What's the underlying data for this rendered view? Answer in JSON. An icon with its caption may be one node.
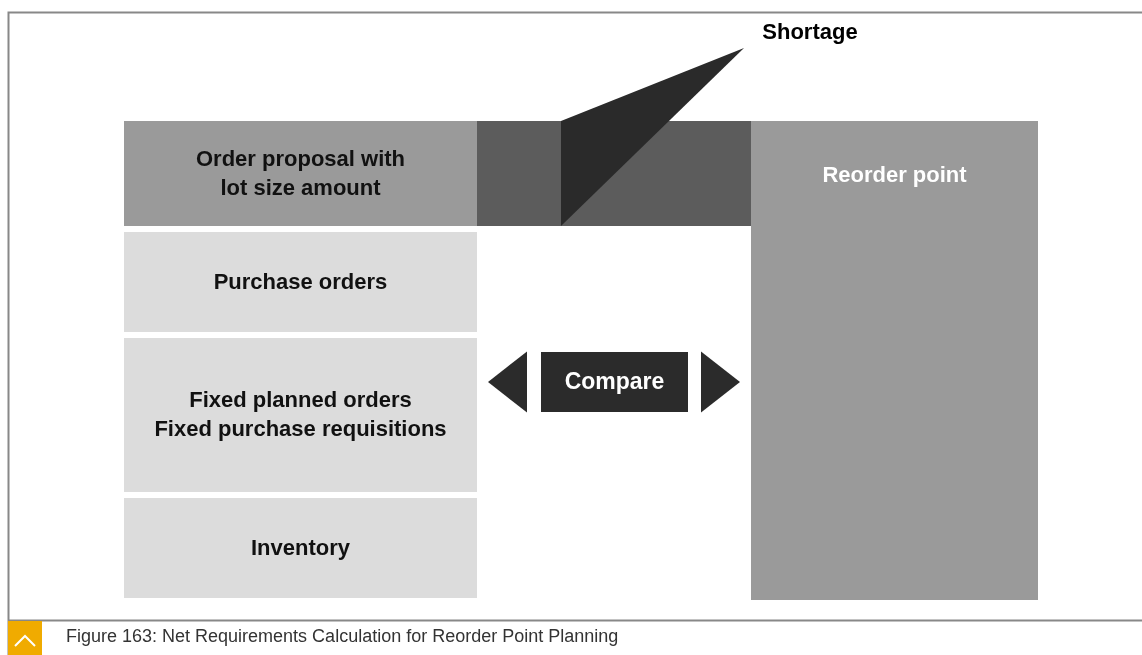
{
  "diagram": {
    "caption": "Figure 163: Net Requirements Calculation for Reorder Point Planning",
    "nodes": [
      {
        "text": [
          "Order proposal with lot size amount"
        ]
      },
      {
        "text": [],
        "shape": "box"
      },
      {
        "text": [
          "Reorder point"
        ]
      },
      {
        "text": [
          "Purchase orders"
        ]
      },
      {
        "text": [
          "Fixed planned orders",
          "Fixed purchase requisitions"
        ]
      },
      {
        "text": [
          "Inventory"
        ]
      },
      {
        "text": [
          "Compare"
        ]
      },
      {
        "text": [
          "Shortage"
        ]
      }
    ],
    "edges": [
      {
        "from": 7,
        "to": 1,
        "arrow": "none"
      },
      {
        "from": 6,
        "to": 4,
        "arrow": "to"
      },
      {
        "from": 6,
        "to": 2,
        "arrow": "to"
      }
    ]
  }
}
